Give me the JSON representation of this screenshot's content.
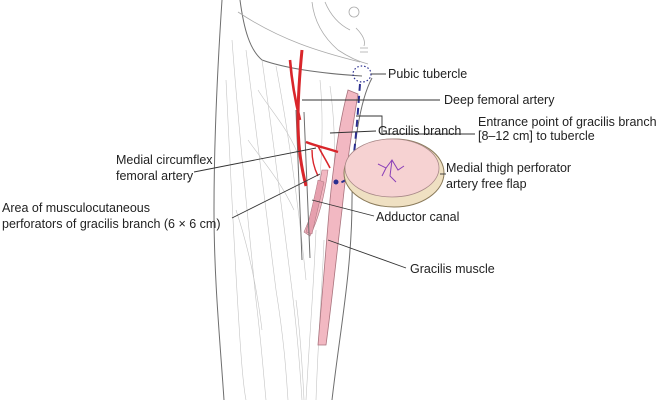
{
  "labels": {
    "pubic_tubercle": "Pubic tubercle",
    "deep_femoral_artery": "Deep femoral artery",
    "entrance_point_line1": "Entrance point of gracilis branch",
    "entrance_point_line2": "[8–12 cm] to tubercle",
    "gracilis_branch": "Gracilis branch",
    "medial_circumflex_line1": "Medial circumflex",
    "medial_circumflex_line2": "femoral artery",
    "flap_line1": "Medial thigh perforator",
    "flap_line2": "artery free flap",
    "perforator_area_line1": "Area of musculocutaneous",
    "perforator_area_line2": "perforators of gracilis branch (6 × 6 cm)",
    "adductor_canal": "Adductor canal",
    "gracilis_muscle": "Gracilis muscle"
  },
  "colors": {
    "artery": "#d9262b",
    "gracilis": "#f2b8c2",
    "flap_fill": "#f6d2d2",
    "flap_rim": "#efe0c2",
    "dashed_marker": "#2b2f8f",
    "perforator": "#8a3fb8"
  }
}
